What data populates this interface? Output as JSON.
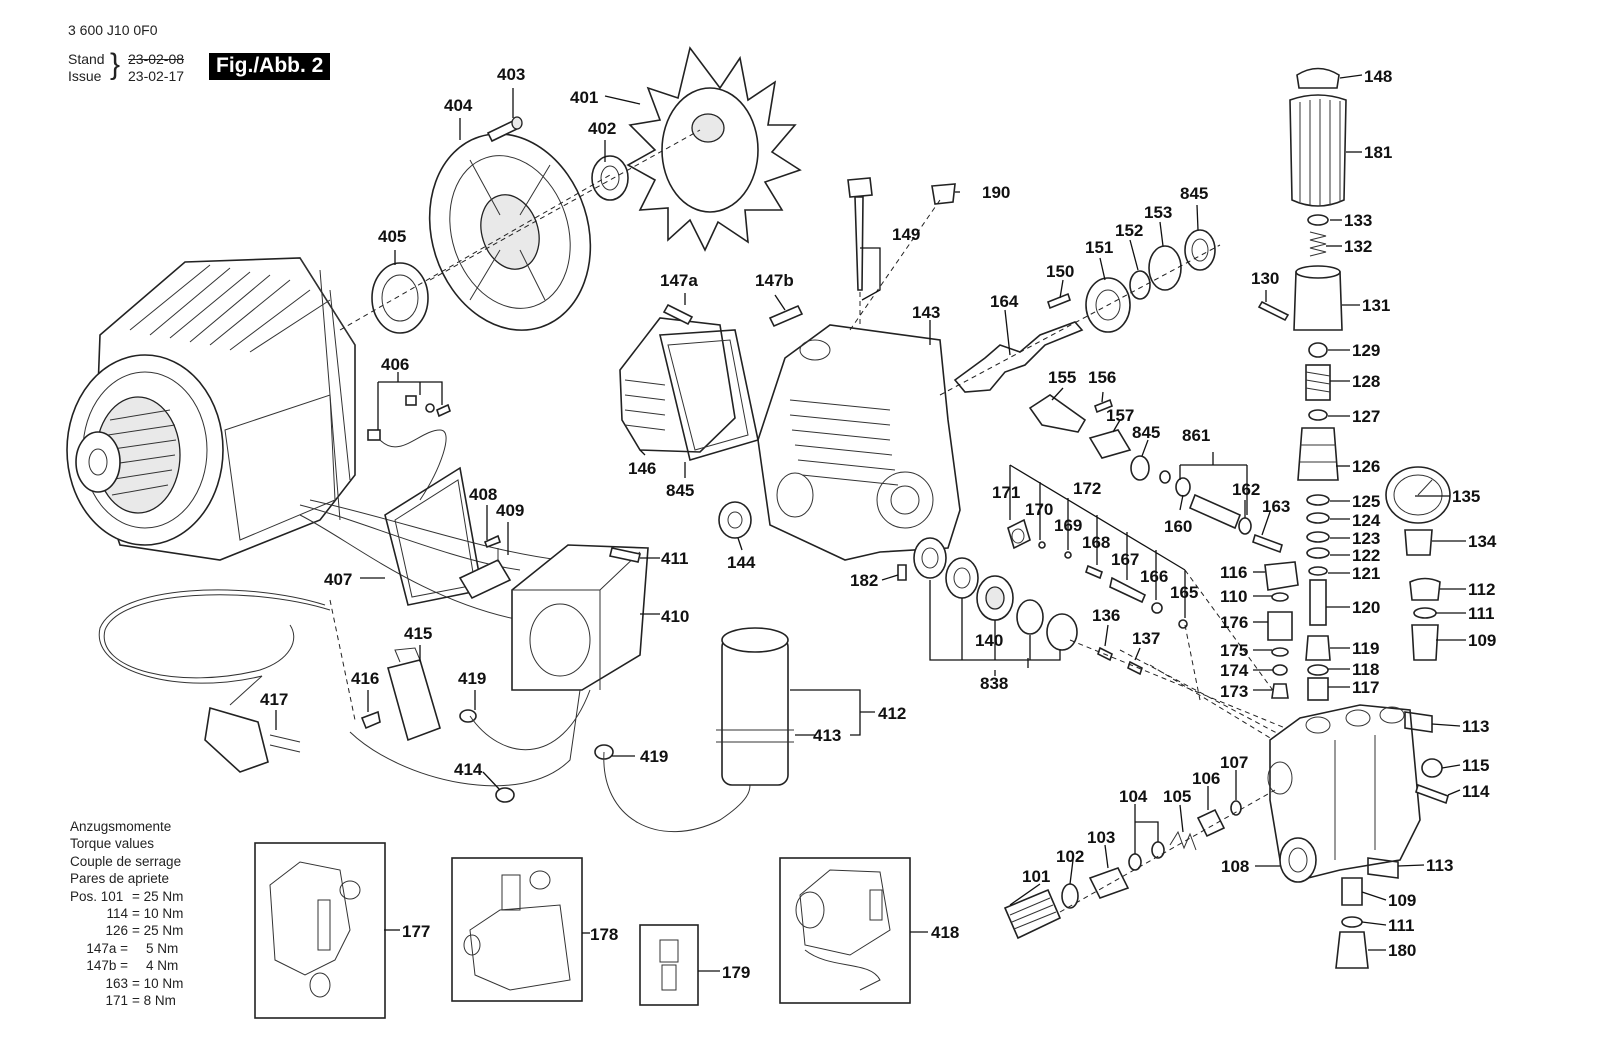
{
  "header": {
    "doc_number": "3 600 J10 0F0",
    "stand_label": "Stand",
    "issue_label": "Issue",
    "stand_date": "23-02-08",
    "issue_date": "23-02-17",
    "figure_badge": "Fig./Abb. 2"
  },
  "torque": {
    "headings": [
      "Anzugsmomente",
      "Torque values",
      "Couple de serrage",
      "Pares de apriete"
    ],
    "rows": [
      {
        "pos": "Pos. 101",
        "value": "= 25 Nm"
      },
      {
        "pos": "114",
        "value": "= 10 Nm"
      },
      {
        "pos": "126",
        "value": "= 25 Nm"
      },
      {
        "pos": "147a =",
        "value": "5 Nm"
      },
      {
        "pos": "147b =",
        "value": "4 Nm"
      },
      {
        "pos": "163",
        "value": "= 10 Nm"
      },
      {
        "pos": "171",
        "value": "= 8 Nm"
      }
    ]
  },
  "callouts": [
    "401",
    "402",
    "403",
    "404",
    "405",
    "406",
    "407",
    "408",
    "409",
    "410",
    "411",
    "412",
    "413",
    "414",
    "415",
    "416",
    "417",
    "418",
    "419",
    "419",
    "101",
    "102",
    "103",
    "104",
    "105",
    "106",
    "107",
    "108",
    "109",
    "109",
    "110",
    "111",
    "111",
    "112",
    "113",
    "113",
    "114",
    "115",
    "116",
    "117",
    "118",
    "119",
    "120",
    "121",
    "122",
    "123",
    "124",
    "125",
    "126",
    "127",
    "128",
    "129",
    "130",
    "131",
    "132",
    "133",
    "134",
    "135",
    "136",
    "137",
    "140",
    "143",
    "144",
    "146",
    "147a",
    "147b",
    "148",
    "149",
    "150",
    "151",
    "152",
    "153",
    "155",
    "156",
    "157",
    "160",
    "162",
    "163",
    "164",
    "165",
    "166",
    "167",
    "168",
    "169",
    "170",
    "171",
    "172",
    "173",
    "174",
    "175",
    "176",
    "177",
    "178",
    "179",
    "180",
    "181",
    "182",
    "190",
    "838",
    "845",
    "845",
    "845",
    "861"
  ]
}
